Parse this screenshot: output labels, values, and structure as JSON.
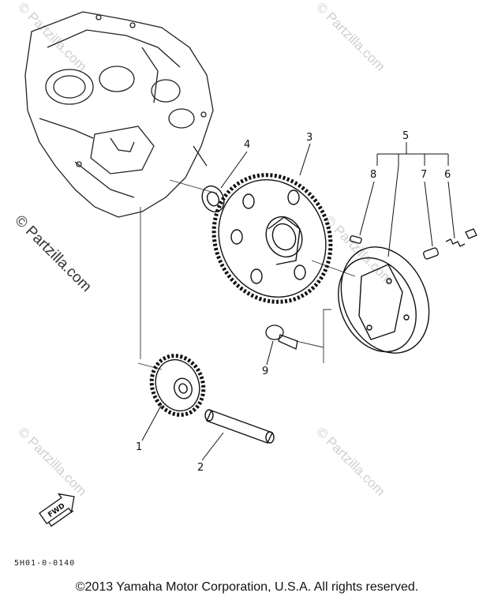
{
  "diagram": {
    "callouts": [
      {
        "id": "1",
        "label": "1"
      },
      {
        "id": "2",
        "label": "2"
      },
      {
        "id": "3",
        "label": "3"
      },
      {
        "id": "4",
        "label": "4"
      },
      {
        "id": "5",
        "label": "5"
      },
      {
        "id": "6",
        "label": "6"
      },
      {
        "id": "7",
        "label": "7"
      },
      {
        "id": "8",
        "label": "8"
      },
      {
        "id": "9",
        "label": "9"
      }
    ],
    "fwd_label": "FWD",
    "reference_code": "5H01-0-0140"
  },
  "watermark": {
    "text": "© Partzilla.com"
  },
  "footer": {
    "copyright": "©2013 Yamaha Motor Corporation, U.S.A. All rights reserved."
  }
}
